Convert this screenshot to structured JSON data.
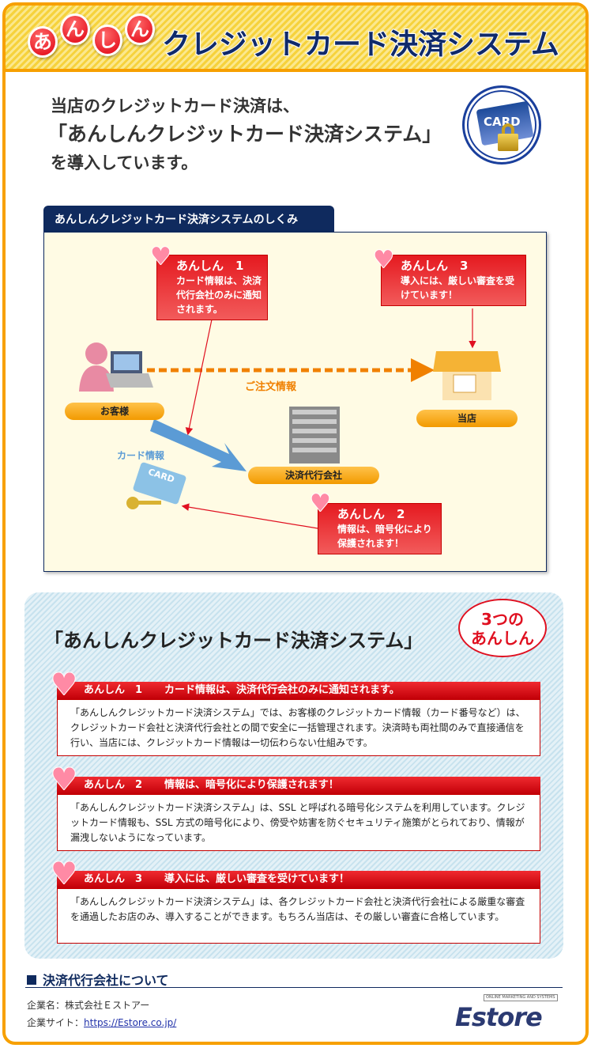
{
  "header": {
    "logo_chars": [
      "あ",
      "ん",
      "し",
      "ん"
    ],
    "title": "クレジットカード決済システム"
  },
  "intro": {
    "line1": "当店のクレジットカード決済は、",
    "line2": "「あんしんクレジットカード決済システム」",
    "line3": "を導入しています。",
    "card_label": "CARD"
  },
  "diagram": {
    "tab": "あんしんクレジットカード決済システムのしくみ",
    "callouts": [
      {
        "title": "あんしん　1",
        "text": "カード情報は、決済代行会社のみに通知されます。"
      },
      {
        "title": "あんしん　2",
        "text": "情報は、暗号化により保護されます！"
      },
      {
        "title": "あんしん　3",
        "text": "導入には、厳しい審査を受けています！"
      }
    ],
    "customer": "お客様",
    "shop": "当店",
    "payment_company": "決済代行会社",
    "order_info": "ご注文情報",
    "card_info": "カード情報",
    "card_label": "CARD"
  },
  "panel": {
    "title": "「あんしんクレジットカード決済システム」",
    "badge_line1": "3つの",
    "badge_line2": "あんしん",
    "items": [
      {
        "num": "あんしん　1",
        "heading": "カード情報は、決済代行会社のみに通知されます。",
        "body": "「あんしんクレジットカード決済システム」では、お客様のクレジットカード情報（カード番号など）は、クレジットカード会社と決済代行会社との間で安全に一括管理されます。決済時も両社間のみで直接通信を行い、当店には、クレジットカード情報は一切伝わらない仕組みです。"
      },
      {
        "num": "あんしん　2",
        "heading": "情報は、暗号化により保護されます！",
        "body": "「あんしんクレジットカード決済システム」は、SSL と呼ばれる暗号化システムを利用しています。クレジットカード情報も、SSL 方式の暗号化により、傍受や妨害を防ぐセキュリティ施策がとられており、情報が漏洩しないようになっています。"
      },
      {
        "num": "あんしん　3",
        "heading": "導入には、厳しい審査を受けています！",
        "body": "「あんしんクレジットカード決済システム」は、各クレジットカード会社と決済代行会社による厳重な審査を通過したお店のみ、導入することができます。もちろん当店は、その厳しい審査に合格しています。"
      }
    ]
  },
  "footer": {
    "heading": "決済代行会社について",
    "company_label": "企業名：株式会社Ｅストアー",
    "site_label": "企業サイト：",
    "site_url": "https://Estore.co.jp/",
    "logo": "Estore",
    "logo_tag": "ONLINE MARKETING AND SYSTEMS"
  },
  "colors": {
    "border": "#f7a000",
    "navy": "#0f2a5e",
    "red": "#e01020"
  }
}
